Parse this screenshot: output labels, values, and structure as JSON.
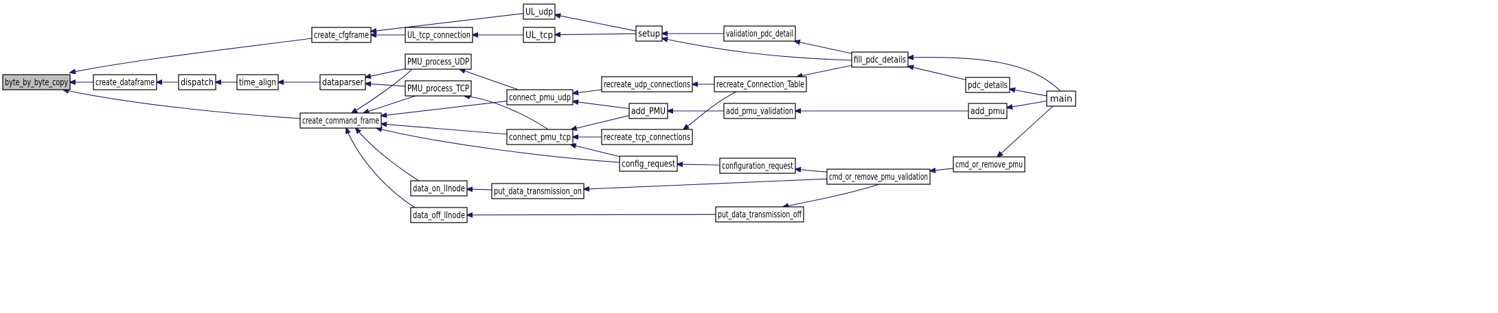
{
  "diagram": {
    "type": "call-graph",
    "nodes": [
      {
        "id": "byte_by_byte_copy",
        "label": "byte_by_byte_copy"
      },
      {
        "id": "create_dataframe",
        "label": "create_dataframe"
      },
      {
        "id": "dispatch",
        "label": "dispatch"
      },
      {
        "id": "time_align",
        "label": "time_align"
      },
      {
        "id": "dataparser",
        "label": "dataparser"
      },
      {
        "id": "create_cfgframe",
        "label": "create_cfgframe"
      },
      {
        "id": "create_command_frame",
        "label": "create_command_frame"
      },
      {
        "id": "PMU_process_UDP",
        "label": "PMU_process_UDP"
      },
      {
        "id": "PMU_process_TCP",
        "label": "PMU_process_TCP"
      },
      {
        "id": "UL_udp",
        "label": "UL_udp"
      },
      {
        "id": "UL_tcp_connection",
        "label": "UL_tcp_connection"
      },
      {
        "id": "UL_tcp",
        "label": "UL_tcp"
      },
      {
        "id": "setup",
        "label": "setup"
      },
      {
        "id": "connect_pmu_udp",
        "label": "connect_pmu_udp"
      },
      {
        "id": "connect_pmu_tcp",
        "label": "connect_pmu_tcp"
      },
      {
        "id": "data_on_llnode",
        "label": "data_on_llnode"
      },
      {
        "id": "data_off_llnode",
        "label": "data_off_llnode"
      },
      {
        "id": "recreate_udp_connections",
        "label": "recreate_udp_connections"
      },
      {
        "id": "add_PMU",
        "label": "add_PMU"
      },
      {
        "id": "recreate_tcp_connections",
        "label": "recreate_tcp_connections"
      },
      {
        "id": "config_request",
        "label": "config_request"
      },
      {
        "id": "put_data_transmission_on",
        "label": "put_data_transmission_on"
      },
      {
        "id": "validation_pdc_detail",
        "label": "validation_pdc_detail"
      },
      {
        "id": "recreate_Connection_Table",
        "label": "recreate_Connection_Table"
      },
      {
        "id": "add_pmu_validation",
        "label": "add_pmu_validation"
      },
      {
        "id": "configuration_request",
        "label": "configuration_request"
      },
      {
        "id": "put_data_transmission_off",
        "label": "put_data_transmission_off"
      },
      {
        "id": "fill_pdc_details",
        "label": "fill_pdc_details"
      },
      {
        "id": "cmd_or_remove_pmu_validation",
        "label": "cmd_or_remove_pmu_validation"
      },
      {
        "id": "pdc_details",
        "label": "pdc_details"
      },
      {
        "id": "add_pmu",
        "label": "add_pmu"
      },
      {
        "id": "cmd_or_remove_pmu",
        "label": "cmd_or_remove_pmu"
      },
      {
        "id": "main",
        "label": "main"
      }
    ],
    "edges": [
      [
        "create_dataframe",
        "byte_by_byte_copy"
      ],
      [
        "create_cfgframe",
        "byte_by_byte_copy"
      ],
      [
        "create_command_frame",
        "byte_by_byte_copy"
      ],
      [
        "dispatch",
        "create_dataframe"
      ],
      [
        "time_align",
        "dispatch"
      ],
      [
        "dataparser",
        "time_align"
      ],
      [
        "PMU_process_UDP",
        "dataparser"
      ],
      [
        "PMU_process_TCP",
        "dataparser"
      ],
      [
        "UL_udp",
        "create_cfgframe"
      ],
      [
        "UL_tcp_connection",
        "create_cfgframe"
      ],
      [
        "UL_tcp",
        "UL_tcp_connection"
      ],
      [
        "setup",
        "UL_udp"
      ],
      [
        "setup",
        "UL_tcp"
      ],
      [
        "connect_pmu_udp",
        "PMU_process_UDP"
      ],
      [
        "connect_pmu_tcp",
        "PMU_process_TCP"
      ],
      [
        "PMU_process_UDP",
        "create_command_frame"
      ],
      [
        "PMU_process_TCP",
        "create_command_frame"
      ],
      [
        "connect_pmu_udp",
        "create_command_frame"
      ],
      [
        "connect_pmu_tcp",
        "create_command_frame"
      ],
      [
        "config_request",
        "create_command_frame"
      ],
      [
        "data_on_llnode",
        "create_command_frame"
      ],
      [
        "data_off_llnode",
        "create_command_frame"
      ],
      [
        "recreate_udp_connections",
        "connect_pmu_udp"
      ],
      [
        "add_PMU",
        "connect_pmu_udp"
      ],
      [
        "add_PMU",
        "connect_pmu_tcp"
      ],
      [
        "recreate_tcp_connections",
        "connect_pmu_tcp"
      ],
      [
        "config_request",
        "connect_pmu_tcp"
      ],
      [
        "put_data_transmission_on",
        "data_on_llnode"
      ],
      [
        "put_data_transmission_off",
        "data_off_llnode"
      ],
      [
        "recreate_Connection_Table",
        "recreate_udp_connections"
      ],
      [
        "recreate_Connection_Table",
        "recreate_tcp_connections"
      ],
      [
        "add_pmu_validation",
        "add_PMU"
      ],
      [
        "configuration_request",
        "config_request"
      ],
      [
        "validation_pdc_detail",
        "setup"
      ],
      [
        "fill_pdc_details",
        "setup"
      ],
      [
        "fill_pdc_details",
        "validation_pdc_detail"
      ],
      [
        "fill_pdc_details",
        "recreate_Connection_Table"
      ],
      [
        "cmd_or_remove_pmu_validation",
        "configuration_request"
      ],
      [
        "cmd_or_remove_pmu_validation",
        "put_data_transmission_on"
      ],
      [
        "cmd_or_remove_pmu_validation",
        "put_data_transmission_off"
      ],
      [
        "pdc_details",
        "fill_pdc_details"
      ],
      [
        "main",
        "fill_pdc_details"
      ],
      [
        "main",
        "pdc_details"
      ],
      [
        "main",
        "cmd_or_remove_pmu"
      ],
      [
        "add_pmu",
        "add_pmu_validation"
      ],
      [
        "main",
        "add_pmu"
      ],
      [
        "cmd_or_remove_pmu",
        "cmd_or_remove_pmu_validation"
      ]
    ],
    "colors": {
      "edge": "#191970",
      "node_fill": "#ffffff",
      "root_fill": "#bfbfbf",
      "node_border": "#000000"
    }
  }
}
